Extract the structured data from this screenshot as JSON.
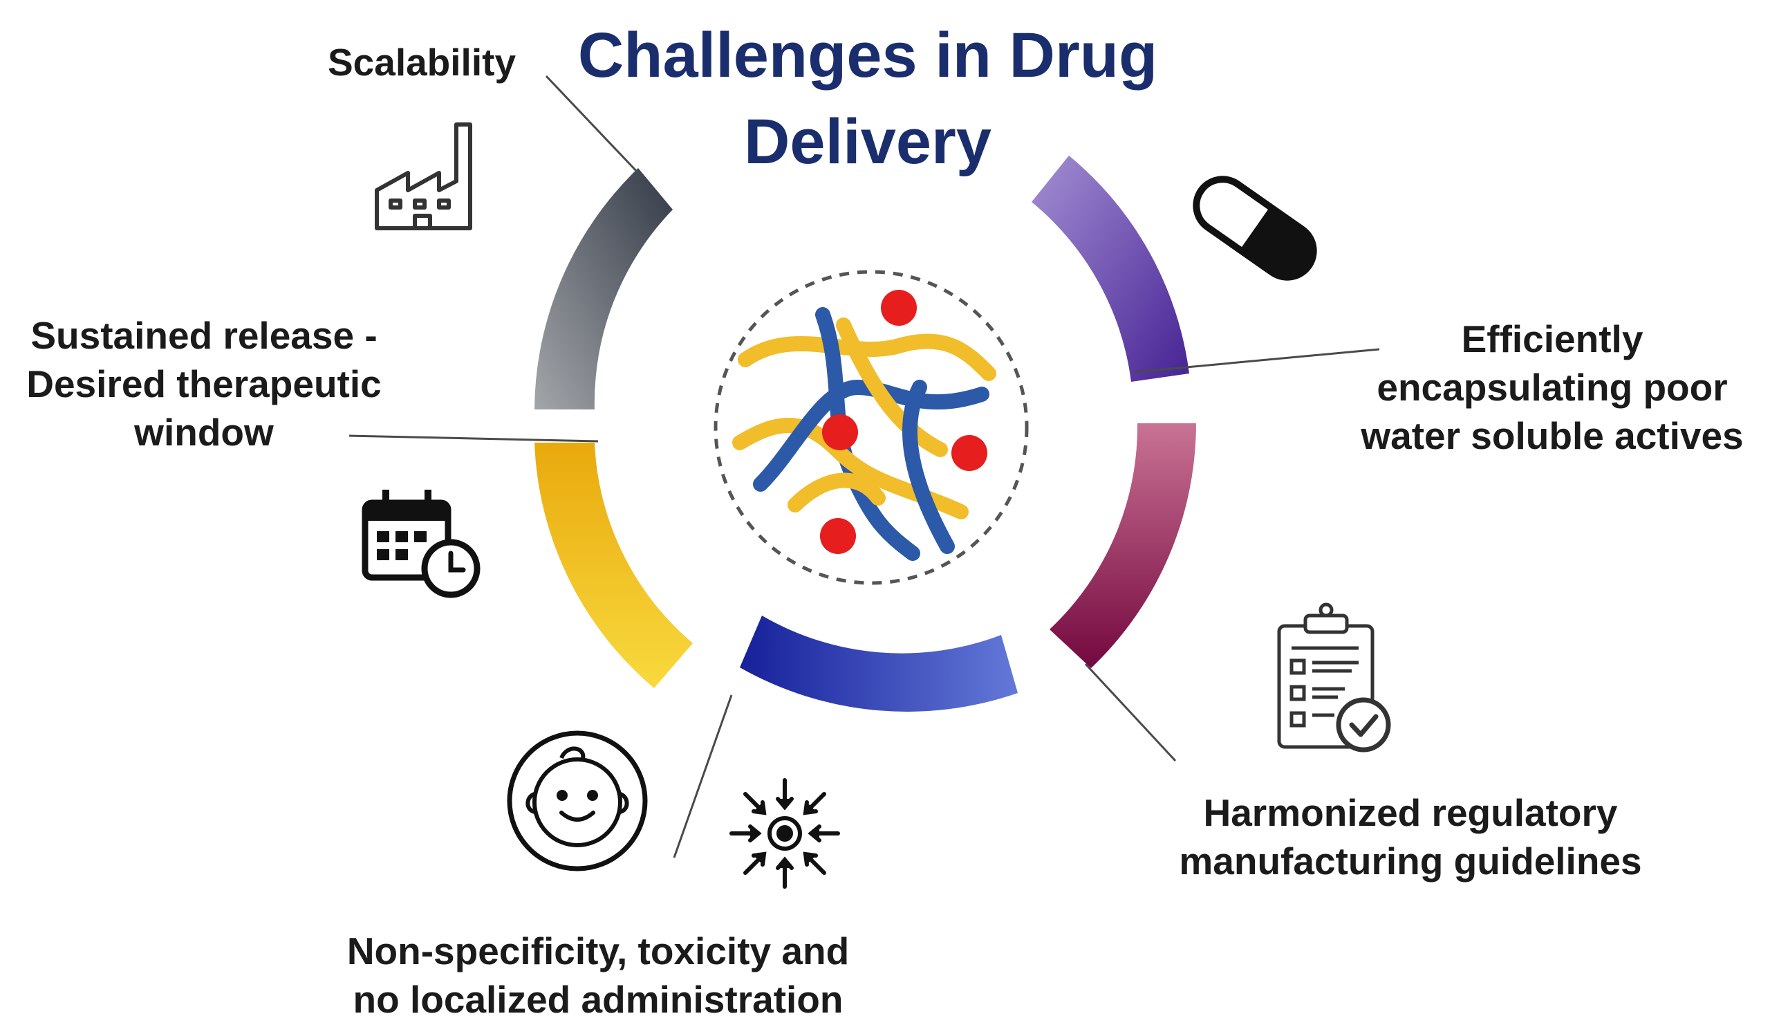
{
  "title": {
    "line1": "Challenges in Drug",
    "line2": "Delivery",
    "color": "#1a2e6e"
  },
  "challenges": [
    {
      "id": "scalability",
      "lines": [
        "Scalability"
      ],
      "icon": "factory-icon",
      "arc_color": [
        "#9a9ea3",
        "#3b4250"
      ]
    },
    {
      "id": "encapsulation",
      "lines": [
        "Efficiently",
        "encapsulating poor",
        "water soluble actives"
      ],
      "icon": "capsule-pill-icon",
      "arc_color": [
        "#a08ad0",
        "#4b2796"
      ]
    },
    {
      "id": "regulatory",
      "lines": [
        "Harmonized regulatory",
        "manufacturing guidelines"
      ],
      "icon": "clipboard-checklist-icon",
      "arc_color": [
        "#c56a8e",
        "#7a0f45"
      ]
    },
    {
      "id": "specificity",
      "lines": [
        "Non-specificity, toxicity and",
        "no localized administration"
      ],
      "icon": "targeting-arrows-icon",
      "icon2": "baby-face-icon",
      "arc_color": [
        "#5a6fd8",
        "#17229a"
      ]
    },
    {
      "id": "sustained",
      "lines": [
        "Sustained release -",
        "Desired therapeutic",
        "window"
      ],
      "icon": "calendar-clock-icon",
      "arc_color": [
        "#f7d43a",
        "#e9a90d"
      ]
    }
  ],
  "center": {
    "icon": "polymer-network-nanoparticle-icon",
    "polymer_colors": [
      "#f2bd2a",
      "#2c59a8"
    ],
    "drug_color": "#e61e1e"
  }
}
